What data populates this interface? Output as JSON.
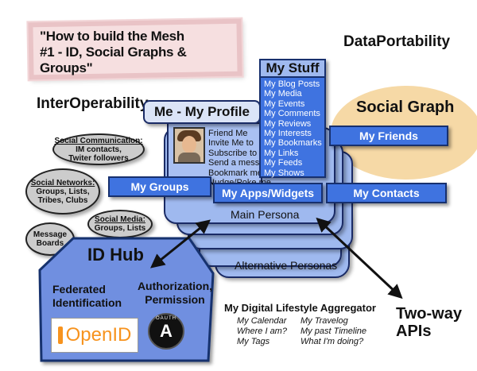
{
  "title": {
    "line1": "\"How to build the Mesh",
    "line2": "#1 - ID, Social Graphs & Groups\""
  },
  "labels": {
    "data_portability": "DataPortability",
    "interoperability": "InterOperability",
    "social_graph": "Social Graph",
    "two_way_apis_line1": "Two-way",
    "two_way_apis_line2": "APIs"
  },
  "ovals": {
    "social_communication": {
      "heading": "Social Communication:",
      "line1": "IM contacts,",
      "line2": "Twiter followers"
    },
    "social_networks": {
      "heading": "Social Networks:",
      "line1": "Groups, Lists,",
      "line2": "Tribes, Clubs"
    },
    "message_boards": {
      "line1": "Message",
      "line2": "Boards"
    },
    "social_media": {
      "heading": "Social Media:",
      "line1": "Groups, Lists"
    }
  },
  "persona": {
    "profile_title": "Me - My Profile",
    "main": "Main Persona",
    "alternative": "Alternative Personas",
    "actions": [
      "Friend Me",
      "Invite Me to",
      "Subscribe to",
      "Send a message",
      "Bookmark me",
      "Nudge/Poke me"
    ]
  },
  "my_stuff": {
    "title": "My Stuff",
    "items": [
      "My Blog Posts",
      "My Media",
      "My Events",
      "My Comments",
      "My Reviews",
      "My Interests",
      "My Bookmarks",
      "My Links",
      "My Feeds",
      "My Shows"
    ]
  },
  "buttons": {
    "my_friends": "My Friends",
    "my_groups": "My Groups",
    "my_apps": "My Apps/Widgets",
    "my_contacts": "My Contacts"
  },
  "id_hub": {
    "title": "ID Hub",
    "federated_line1": "Federated",
    "federated_line2": "Identification",
    "auth_line1": "Authorization,",
    "auth_line2": "Permission",
    "openid_logo": "OpenID",
    "oauth_logo": "OAUTH"
  },
  "aggregator": {
    "title": "My Digital Lifestyle Aggregator",
    "col1": [
      "My Calendar",
      "Where I am?",
      "My Tags"
    ],
    "col2": [
      "My Travelog",
      "My past Timeline",
      "What I'm doing?"
    ]
  },
  "colors": {
    "button_blue": "#3f73e0",
    "persona_blue": "#9fb9ef",
    "id_hub_blue": "#6f8fe0",
    "social_graph_orange": "#f6d9a6",
    "title_card_pink": "#f6dfe0"
  }
}
